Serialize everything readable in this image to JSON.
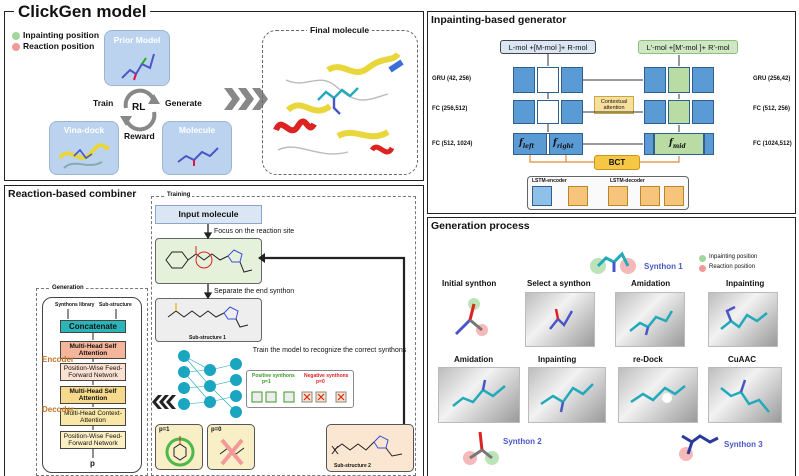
{
  "clickgen": {
    "title": "ClickGen model",
    "legend": {
      "inpainting": "Inpainting position",
      "reaction": "Reaction position"
    },
    "prior_model": "Prior Model",
    "final_molecule": "Final molecule",
    "train": "Train",
    "rl": "RL",
    "generate": "Generate",
    "reward": "Reward",
    "vina_dock": "Vina-dock",
    "molecule": "Molecule"
  },
  "inpainting": {
    "title": "Inpainting-based generator",
    "input_box": "L-mol +[M-mol ]+ R-mol",
    "output_box": "L'-mol +[M'-mol ]+ R'-mol",
    "gru_left": "GRU (42, 256)",
    "gru_right": "GRU (256,42)",
    "fc1_left": "FC (256,512)",
    "fc1_right": "FC (512, 256)",
    "fc2_left": "FC (512, 1024)",
    "fc2_right": "FC (1024,512)",
    "contextual": "Contextual attention",
    "f_left": "f",
    "f_left_sub": "left",
    "f_right": "f",
    "f_right_sub": "right",
    "f_mid": "f",
    "f_mid_sub": "mid",
    "bct": "BCT",
    "lstm_encoder": "LSTM-encoder",
    "lstm_decoder": "LSTM-decoder"
  },
  "reaction": {
    "title": "Reaction-based combiner",
    "training": "Training",
    "input_molecule": "Input molecule",
    "focus": "Focus on the reaction site",
    "separate": "Separate the end synthon",
    "sub1": "Sub-structure 1",
    "train_model": "Train the model to recognize the correct synthons",
    "positive": "Positive synthons",
    "positive_p": "p=1",
    "negative": "Negative synthons",
    "negative_p": "p=0",
    "p1": "p=1",
    "p0": "p=0",
    "sub2": "Sub-structure 2",
    "generation": "Generation",
    "synthons_library": "Synthons library",
    "sub_structure": "Sub-structure",
    "concatenate": "Concatenate",
    "encoder": "Encoder",
    "decoder": "Decoder",
    "mhsa1": "Multi-Head Self Attention",
    "pwff1": "Position-Wise Feed-Forward Network",
    "mhsa2": "Multi-Head Self Attention",
    "mhca": "Multi-Head Context-Attention",
    "pwff2": "Position-Wise Feed-Forward Network",
    "p_out": "p"
  },
  "generation": {
    "title": "Generation process",
    "synthon1": "Synthon 1",
    "legend_inpainting": "Inpainting position",
    "legend_reaction": "Reaction position",
    "initial": "Initial synthon",
    "select": "Select a synthon",
    "amidation1": "Amidation",
    "inpainting1": "Inpainting",
    "amidation2": "Amidation",
    "inpainting2": "Inpainting",
    "redock": "re-Dock",
    "cuaac": "CuAAC",
    "synthon2": "Synthon 2",
    "synthon3": "Synthon 3"
  },
  "colors": {
    "inpainting_dot": "#9fd89a",
    "reaction_dot": "#f29a9a",
    "blue_box": "#5b9bd5",
    "synthon_text": "#4a56c8",
    "encoder_text": "#c0742a",
    "concat": "#2bb5b8",
    "bct": "#f6c744"
  }
}
